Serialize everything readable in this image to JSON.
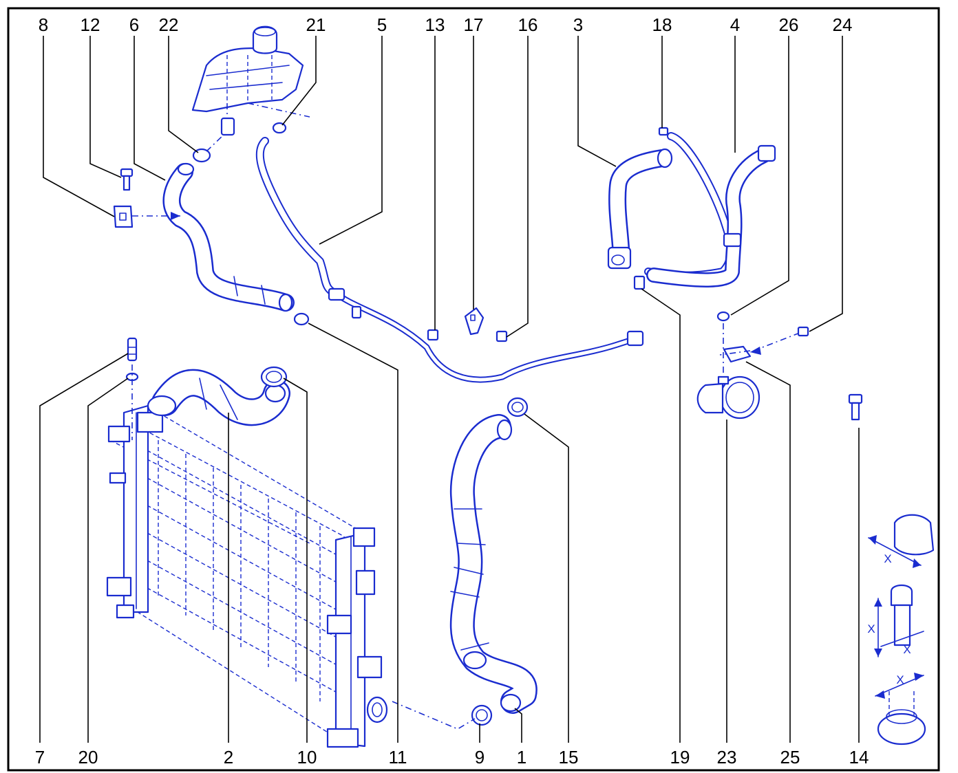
{
  "callouts": {
    "c1": "1",
    "c2": "2",
    "c3": "3",
    "c4": "4",
    "c5": "5",
    "c6": "6",
    "c7": "7",
    "c8": "8",
    "c9": "9",
    "c10": "10",
    "c11": "11",
    "c12": "12",
    "c13": "13",
    "c14": "14",
    "c15": "15",
    "c16": "16",
    "c17": "17",
    "c18": "18",
    "c19": "19",
    "c20": "20",
    "c21": "21",
    "c22": "22",
    "c23": "23",
    "c24": "24",
    "c25": "25",
    "c26": "26"
  },
  "dimension_marks": {
    "x": "X"
  },
  "colors": {
    "line_art": "#1a2ccf",
    "frame": "#000000",
    "background": "#ffffff"
  }
}
